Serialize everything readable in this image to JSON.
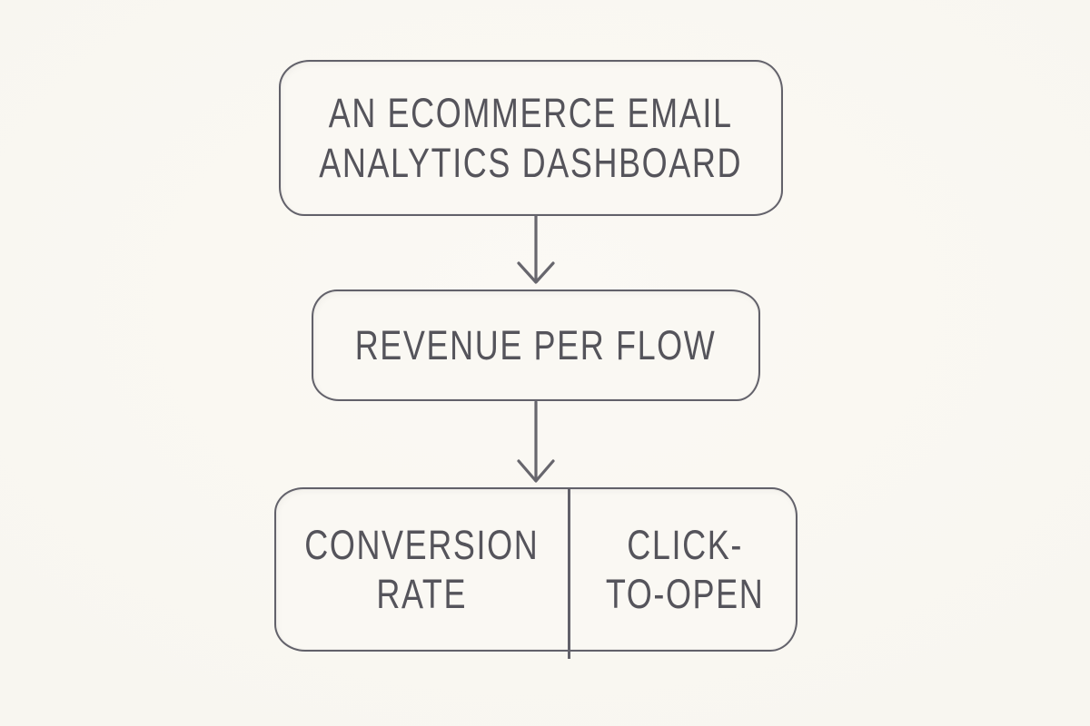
{
  "palette": {
    "paper_background": "#f8f6f0",
    "node_fill": "#faf8f3",
    "ink_stroke": "#62616a",
    "ink_text": "#55545b"
  },
  "flowchart": {
    "nodes": {
      "dashboard": {
        "lines": [
          "AN ECOMMERCE EMAIL",
          "ANALYTICS DASHBOARD"
        ]
      },
      "revenue": {
        "lines": [
          "REVENUE PER FLOW"
        ]
      },
      "metrics": {
        "cells": [
          {
            "lines": [
              "CONVERSION",
              "RATE"
            ]
          },
          {
            "lines": [
              "CLICK-",
              "TO-OPEN"
            ]
          }
        ]
      }
    },
    "connectors": [
      {
        "from": "dashboard",
        "to": "revenue",
        "icon": "arrow-down-icon"
      },
      {
        "from": "revenue",
        "to": "metrics",
        "icon": "arrow-down-icon"
      }
    ]
  }
}
